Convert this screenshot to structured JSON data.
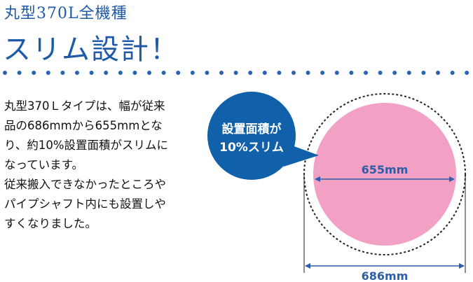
{
  "heading": {
    "subtitle": "丸型370L全機種",
    "title": "スリム設計！"
  },
  "description": {
    "lines": [
      "丸型370Ｌタイプは、幅が従来",
      "品の686mmから655mmとな",
      "り、約10%設置面積がスリムに",
      "なっています。",
      "従来搬入できなかったところや",
      "パイプシャフト内にも設置しや",
      "すくなりました。"
    ]
  },
  "diagram": {
    "callout_line1": "設置面積が",
    "callout_line2": "10%スリム",
    "inner_dimension": "655mm",
    "outer_dimension": "686mm"
  },
  "colors": {
    "heading_blue": "#1f5aa8",
    "callout_blue": "#1060aa",
    "pink_circle": "#f2a1c5",
    "dimension_blue": "#2c5fa8"
  }
}
